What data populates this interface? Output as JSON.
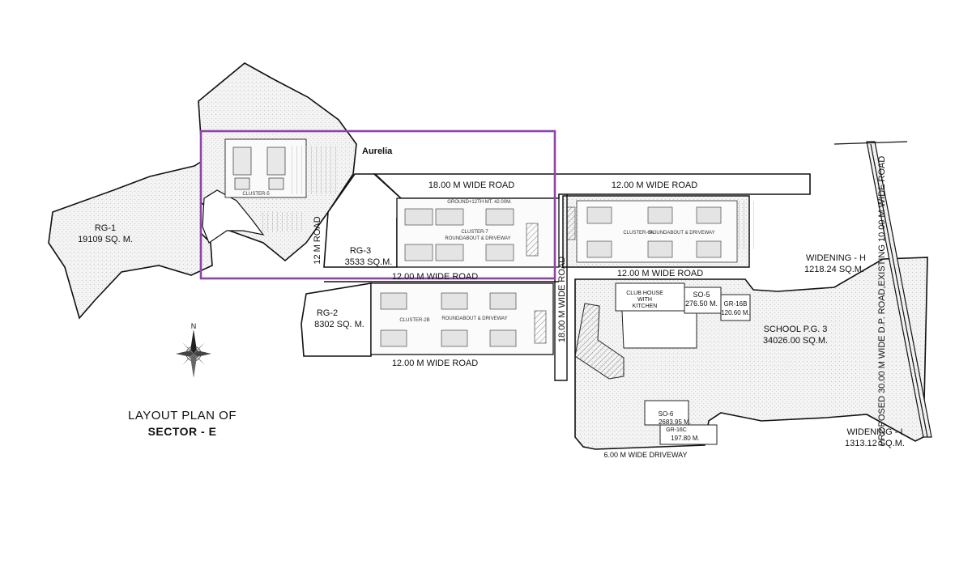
{
  "highlight": {
    "label": "Aurelia",
    "color": "#8e44a8"
  },
  "plots": {
    "rg1": {
      "name": "RG-1",
      "area": "19109 SQ. M."
    },
    "rg2": {
      "name": "RG-2",
      "area": "8302 SQ. M."
    },
    "rg3": {
      "name": "RG-3",
      "area": "3533 SQ.M."
    },
    "school": {
      "name": "SCHOOL P.G. 3",
      "area": "34026.00 SQ.M."
    },
    "widening_h": {
      "name": "WIDENING - H",
      "area": "1218.24 SQ.M."
    },
    "widening_i": {
      "name": "WIDENING - I",
      "area": "1313.12 SQ.M."
    },
    "so5": {
      "name": "SO-5",
      "area": "276.50 M."
    },
    "gr16b": {
      "name": "GR-16B",
      "area": "120.60 M."
    },
    "so6": {
      "name": "SO-6",
      "area": "2683.95 M."
    },
    "gr16c": {
      "name": "GR-16C",
      "area": "197.80 M."
    },
    "club": {
      "line1": "CLUB HOUSE",
      "line2": "WITH",
      "line3": "KITCHEN"
    }
  },
  "roads": {
    "r18_top": "18.00 M WIDE ROAD",
    "r12_top": "12.00 M WIDE ROAD",
    "r12_mid_left": "12.00 M WIDE ROAD",
    "r12_mid_right": "12.00 M WIDE ROAD",
    "r12_bottom": "12.00 M   WIDE ROAD",
    "r12_vertical": "12 M ROAD",
    "r18_vertical": "18.00 M WIDE ROAD",
    "driveway": "6.00 M WIDE DRIVEWAY",
    "dp_road": "PROPOSED 30.00 M WIDE D.P. ROAD,EXISTING 10.00 M WIDE ROAD"
  },
  "clusters": {
    "c5": "CLUSTER-5",
    "c7": "CLUSTER-7",
    "c7_note": "ROUNDABOUT & DRIVEWAY",
    "c7_top": "GROUND+12TH MT. 42.00M.",
    "c6a": "CLUSTER-6A",
    "c6a_note": "ROUNDABOUT & DRIVEWAY",
    "c2b": "CLUSTER-2B",
    "c2b_note": "ROUNDABOUT & DRIVEWAY"
  },
  "compass": {
    "north": "N"
  },
  "title": {
    "line1": "LAYOUT PLAN OF",
    "line2": "SECTOR - E"
  }
}
